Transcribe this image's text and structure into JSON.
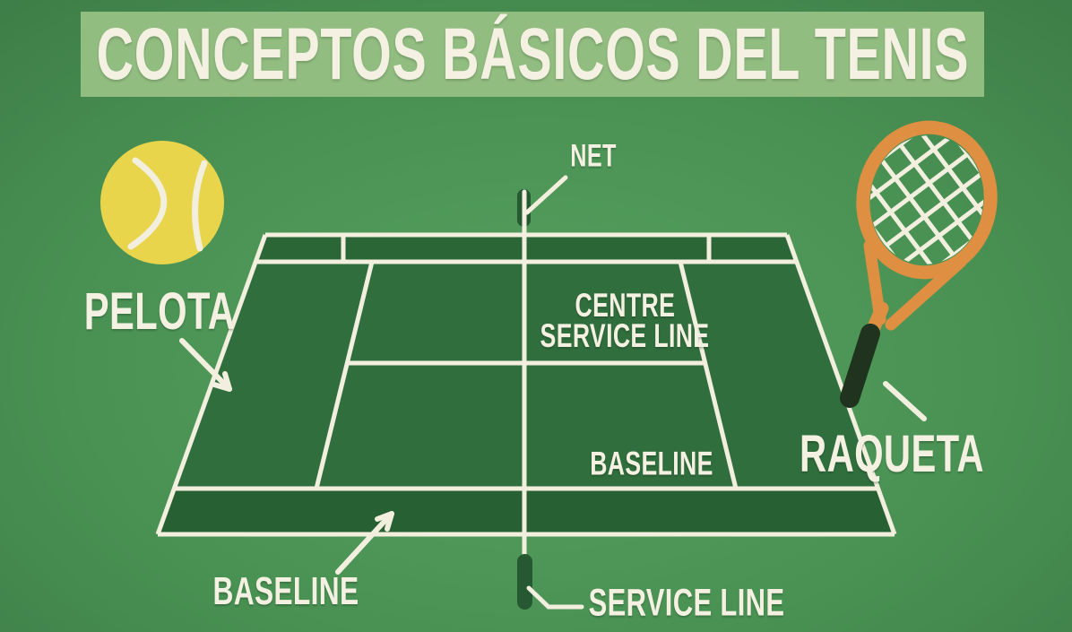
{
  "title_banner": {
    "text": "CONCEPTOS BÁSICOS DEL TENIS"
  },
  "court_labels": {
    "net": "NET",
    "centre_service_line_line1": "CENTRE",
    "centre_service_line_line2": "SERVICE LINE",
    "baseline_far": "BASELINE",
    "baseline_near": "BASELINE",
    "service_line": "SERVICE LINE"
  },
  "equipment_labels": {
    "ball": "PELOTA",
    "racket": "RAQUETA"
  },
  "icons": {
    "ball": "tennis-ball-icon",
    "racket": "tennis-racket-icon",
    "net_post": "net-post-icon",
    "service_line_post": "service-line-post-icon"
  },
  "colors": {
    "background": "#4a9254",
    "banner": "#92bd81",
    "title_text": "#f4f1e3",
    "court": "#306e3d",
    "court_band_top": "#2b6637",
    "court_band_bottom": "#276033",
    "court_line": "#f2efdf",
    "label_text": "#f4f1e3",
    "ball": "#e9d54c",
    "racket_frame": "#de8f42",
    "racket_grip": "#20331f",
    "post": "#265831"
  }
}
